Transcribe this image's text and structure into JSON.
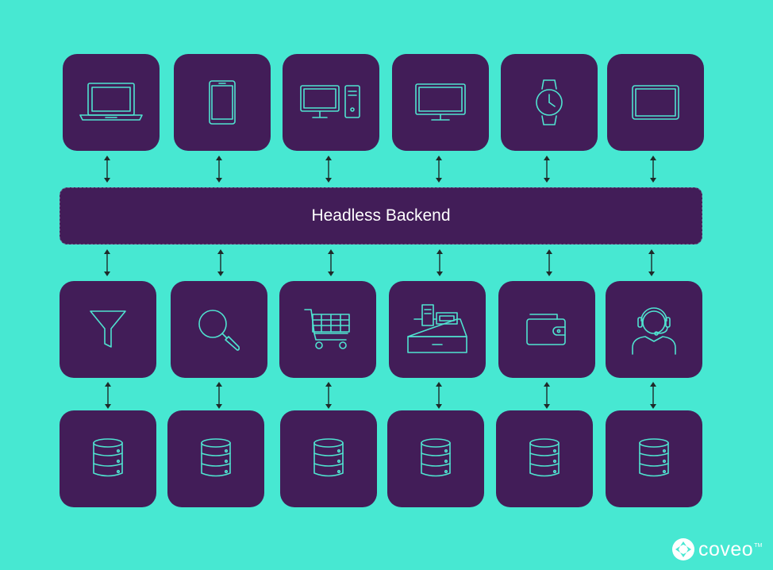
{
  "backend": {
    "label": "Headless Backend"
  },
  "brand": {
    "name": "coveo",
    "trademark": "TM"
  },
  "devices": [
    {
      "icon": "laptop-icon"
    },
    {
      "icon": "smartphone-icon"
    },
    {
      "icon": "desktop-computer-icon"
    },
    {
      "icon": "monitor-icon"
    },
    {
      "icon": "smartwatch-icon"
    },
    {
      "icon": "tablet-icon"
    }
  ],
  "services": [
    {
      "icon": "filter-funnel-icon"
    },
    {
      "icon": "search-icon"
    },
    {
      "icon": "shopping-cart-icon"
    },
    {
      "icon": "cash-register-icon"
    },
    {
      "icon": "wallet-icon"
    },
    {
      "icon": "support-agent-headset-icon"
    }
  ],
  "databases": [
    {
      "icon": "database-icon"
    },
    {
      "icon": "database-icon"
    },
    {
      "icon": "database-icon"
    },
    {
      "icon": "database-icon"
    },
    {
      "icon": "database-icon"
    },
    {
      "icon": "database-icon"
    }
  ],
  "colors": {
    "background": "#47e8d2",
    "tile": "#421d58",
    "icon_stroke": "#4fe3d0",
    "arrow": "#1f2a2a",
    "text": "#ffffff"
  }
}
